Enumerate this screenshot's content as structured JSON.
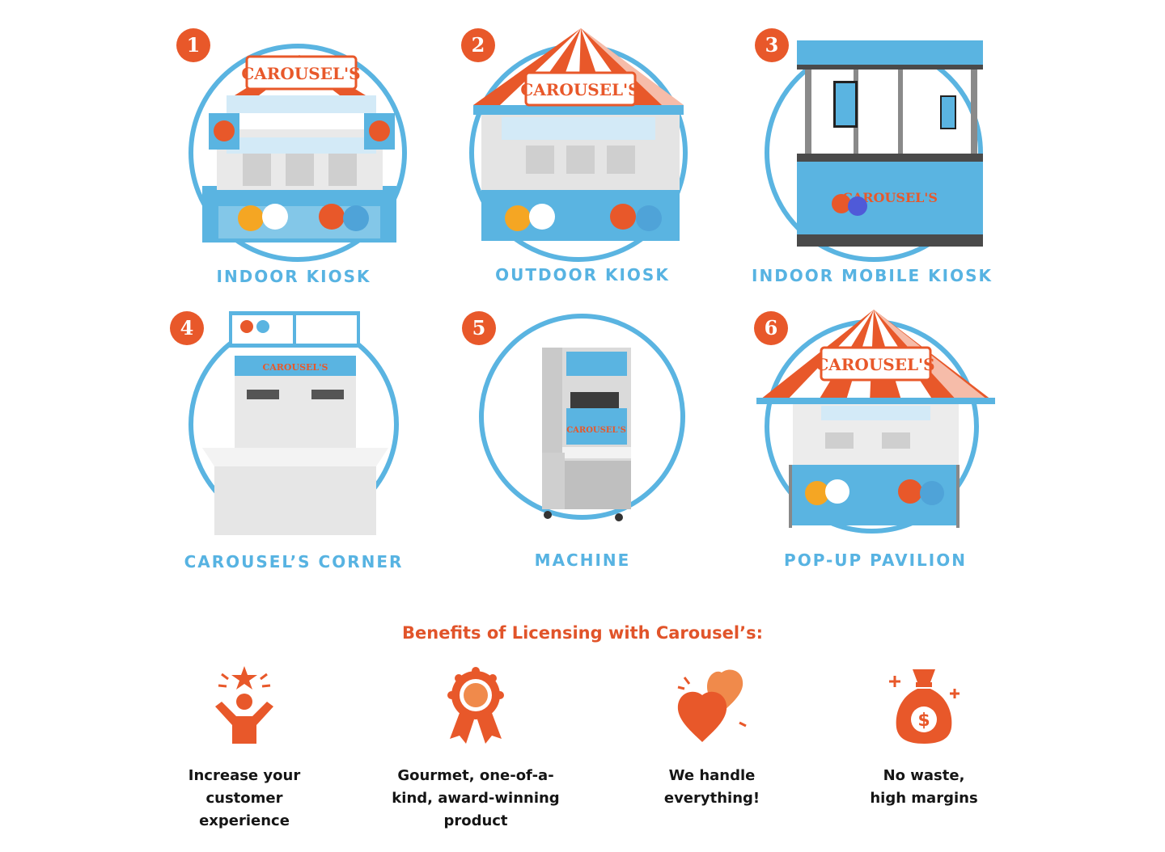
{
  "colors": {
    "accent_orange": "#e8582a",
    "sky_blue": "#57b3e2",
    "ring_blue": "#5ab4e1"
  },
  "kiosks": [
    {
      "number": "1",
      "label": "INDOOR KIOSK",
      "sign": "CAROUSEL'S",
      "icon": "indoor-kiosk-illustration"
    },
    {
      "number": "2",
      "label": "OUTDOOR KIOSK",
      "sign": "CAROUSEL'S",
      "icon": "outdoor-kiosk-illustration"
    },
    {
      "number": "3",
      "label": "INDOOR MOBILE KIOSK",
      "sign": "CAROUSEL'S",
      "icon": "mobile-kiosk-illustration"
    },
    {
      "number": "4",
      "label": "CAROUSEL’S CORNER",
      "sign": "CAROUSEL'S",
      "icon": "corner-counter-illustration"
    },
    {
      "number": "5",
      "label": "MACHINE",
      "sign": "CAROUSEL'S",
      "icon": "soft-serve-machine-illustration"
    },
    {
      "number": "6",
      "label": "POP-UP PAVILION",
      "sign": "CAROUSEL'S",
      "icon": "pavilion-tent-illustration"
    }
  ],
  "benefits": {
    "title": "Benefits of Licensing with Carousel’s:",
    "items": [
      {
        "line1": "Increase your",
        "line2": "customer",
        "line3": "experience",
        "icon": "person-star-icon"
      },
      {
        "line1": "Gourmet, one-of-a-",
        "line2": "kind, award-winning",
        "line3": "product",
        "icon": "award-ribbon-icon"
      },
      {
        "line1": "We handle",
        "line2": "everything!",
        "line3": "",
        "icon": "hearts-icon"
      },
      {
        "line1": "No waste,",
        "line2": "high margins",
        "line3": "",
        "icon": "money-bag-icon"
      }
    ]
  }
}
